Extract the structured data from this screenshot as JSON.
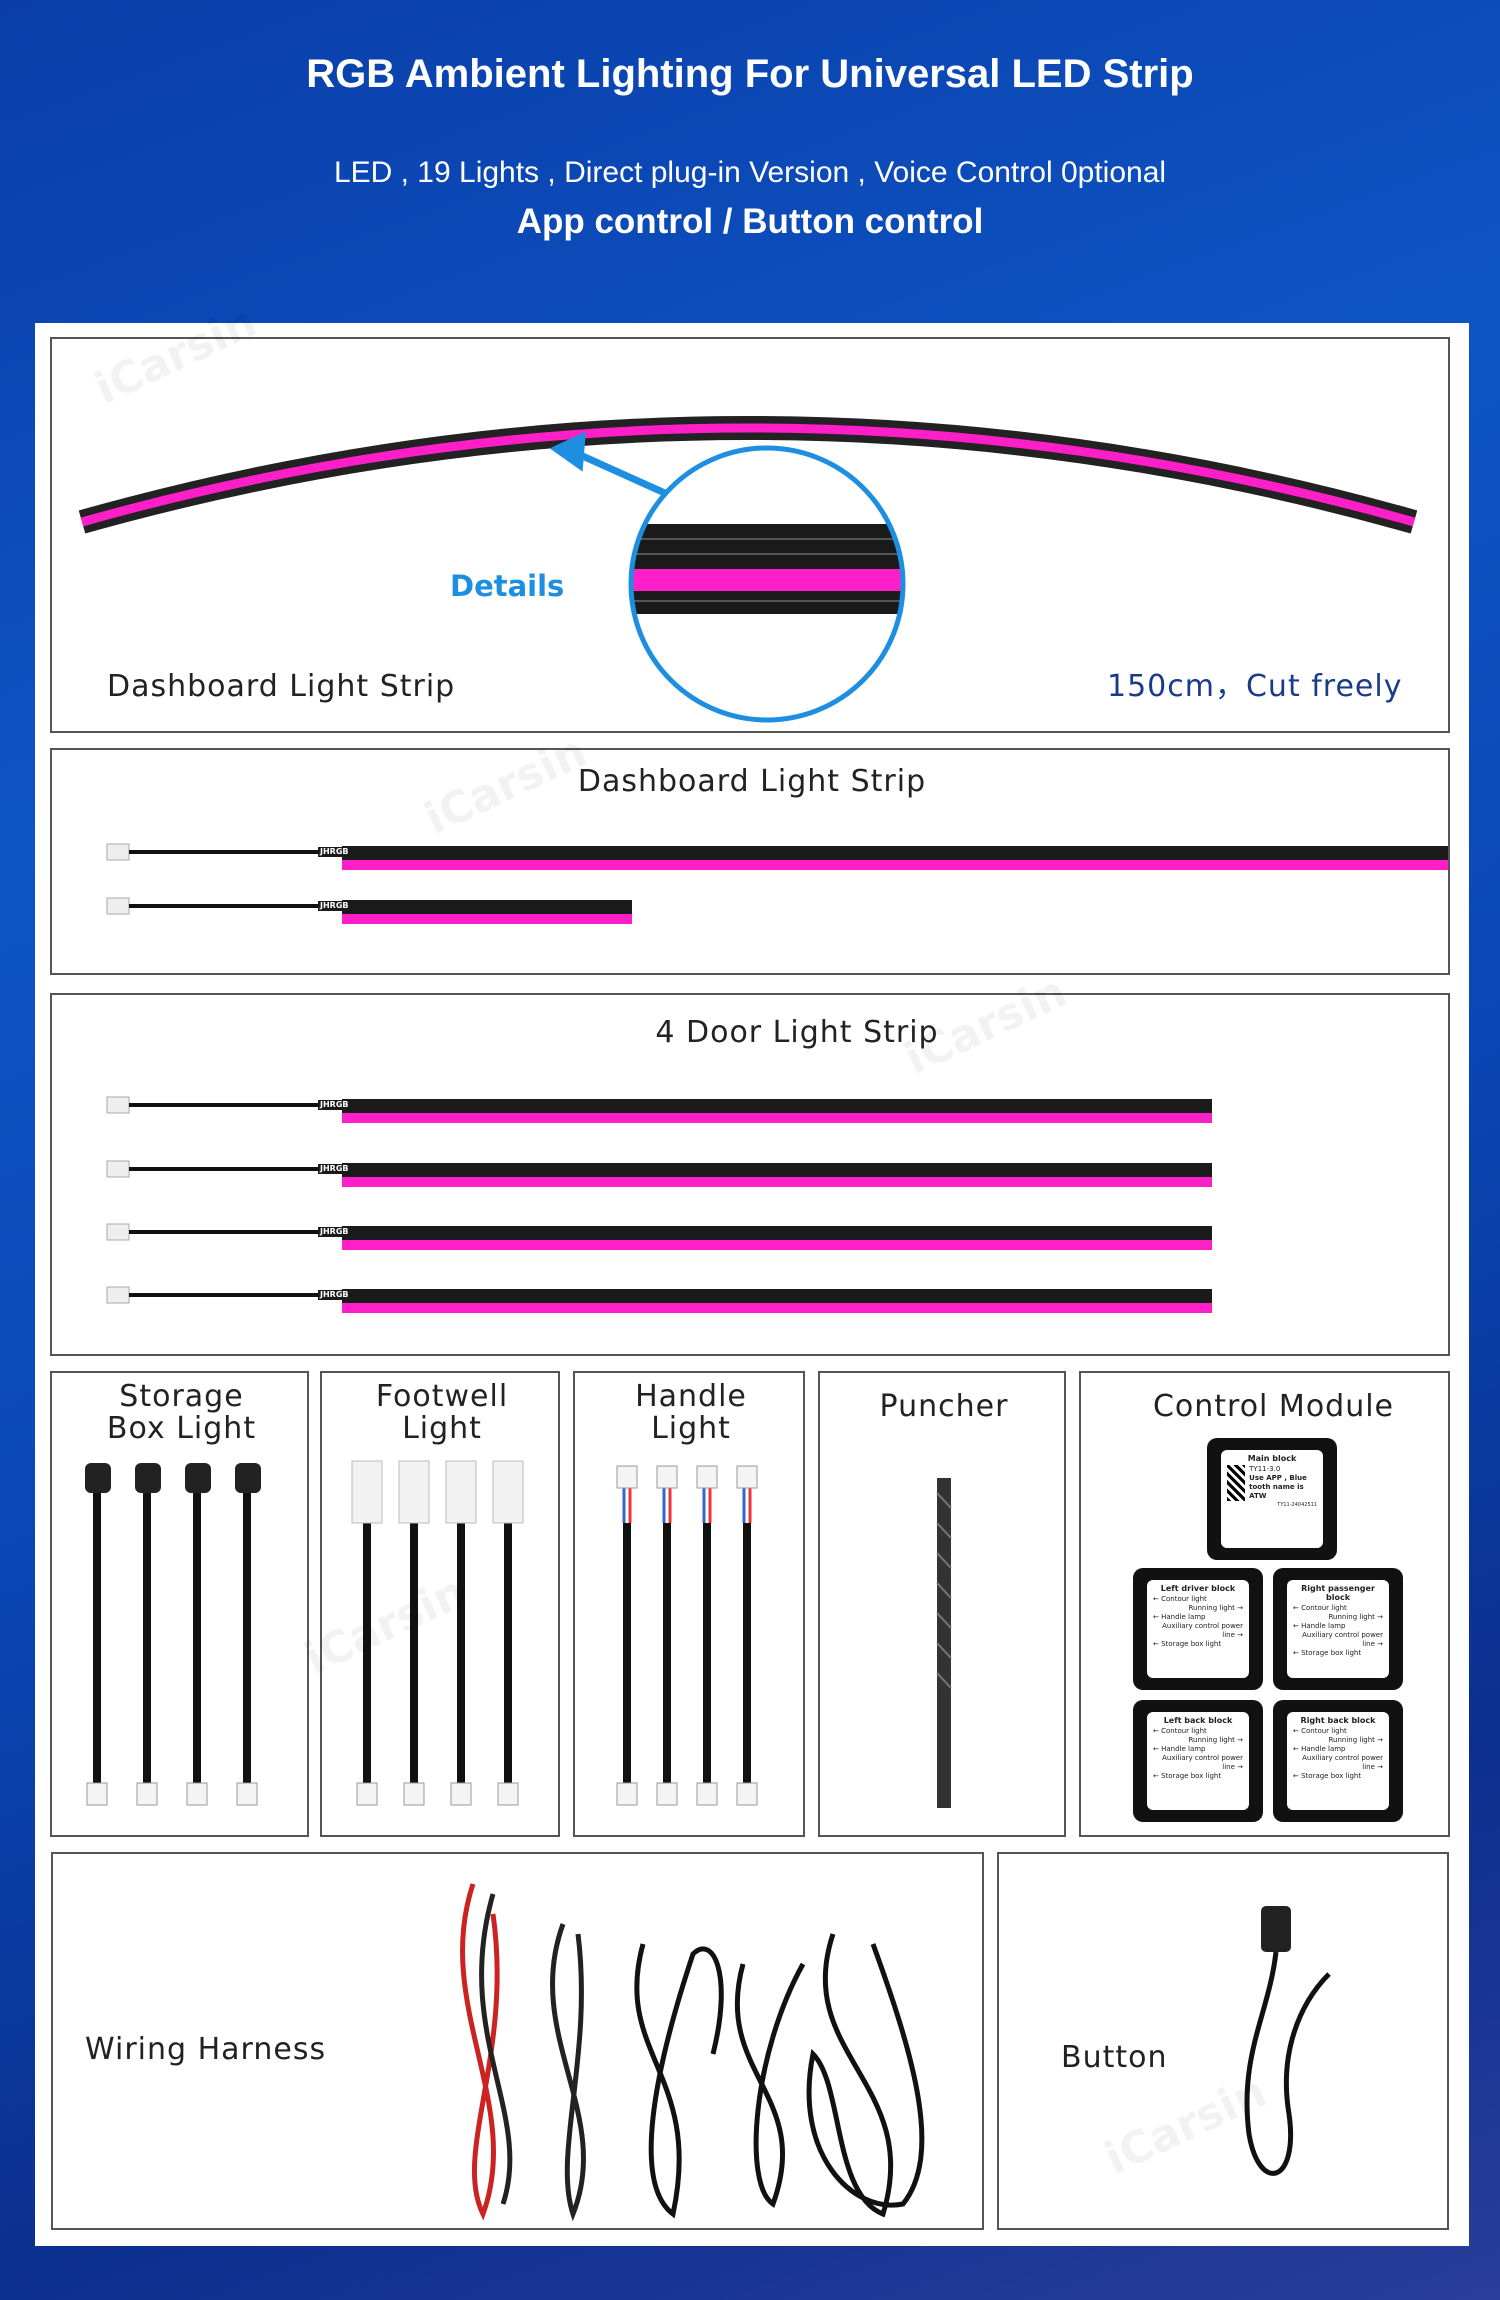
{
  "header": {
    "title": "RGB Ambient Lighting For Universal LED Strip",
    "subtitle": "LED  , 19 Lights , Direct plug-in Version , Voice Control 0ptional",
    "control": "App control / Button control"
  },
  "watermark": "iCarsin",
  "colors": {
    "strip": "#ff1fc8",
    "accent_blue": "#1e8fe0",
    "length_text": "#1a3a8a"
  },
  "dashboard_detail": {
    "label": "Dashboard Light Strip",
    "details": "Details",
    "length": "150cm，Cut freely"
  },
  "dashboard_strips": {
    "title": "Dashboard Light Strip",
    "connector_text": "JHRGB"
  },
  "door_strips": {
    "title": "4 Door Light Strip"
  },
  "parts": [
    {
      "label": "Storage\nBox Light"
    },
    {
      "label": "Footwell\nLight"
    },
    {
      "label": "Handle\nLight"
    },
    {
      "label": "Puncher"
    },
    {
      "label": "Control Module"
    }
  ],
  "control_module": {
    "main": {
      "title": "Main block",
      "model": "TY11-3.0",
      "note": "Use APP , Blue tooth name is ATW",
      "serial": "TY11-24042511"
    },
    "blocks": [
      {
        "title": "Left driver block"
      },
      {
        "title": "Right passenger block"
      },
      {
        "title": "Left back block"
      },
      {
        "title": "Right back block"
      }
    ],
    "lines": [
      "← Contour light",
      "Running light →",
      "← Handle lamp",
      "Auxiliary control power line →",
      "← Storage box light",
      "Running light →"
    ]
  },
  "wiring": {
    "label": "Wiring Harness"
  },
  "button": {
    "label": "Button"
  }
}
